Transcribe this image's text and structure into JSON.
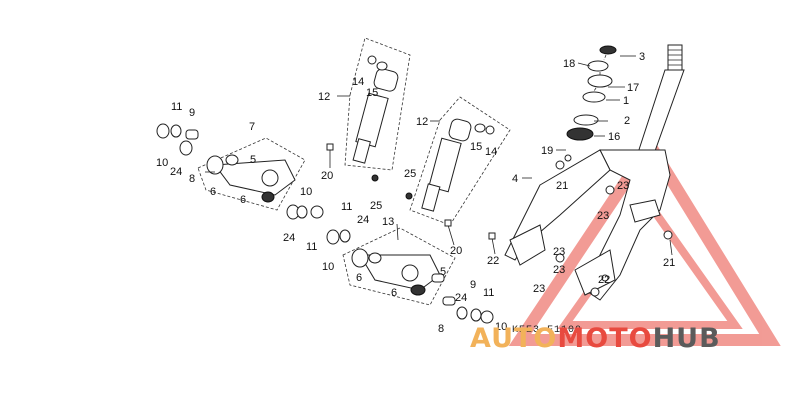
{
  "diagram_code": "KEE3-F1100",
  "watermark": {
    "part1": "AUTO",
    "part2": "MOTO",
    "part3": "HUB",
    "color1": "#f2b25a",
    "color2": "#e84a3f",
    "color3": "#5b5b5b"
  },
  "labels": {
    "l3": "3",
    "l18": "18",
    "l17": "17",
    "l1": "1",
    "l2": "2",
    "l16": "16",
    "l19": "19",
    "l4": "4",
    "l21a": "21",
    "l21b": "21",
    "l23a": "23",
    "l23b": "23",
    "l23c": "23",
    "l23d": "23",
    "l23e": "23",
    "l22a": "22",
    "l22b": "22",
    "l12a": "12",
    "l14a": "14",
    "l15a": "15",
    "l12b": "12",
    "l15b": "15",
    "l14b": "14",
    "l20a": "20",
    "l20b": "20",
    "l25a": "25",
    "l25b": "25",
    "l11a": "11",
    "l9a": "9",
    "l10a": "10",
    "l24a": "24",
    "l8a": "8",
    "l7": "7",
    "l5a": "5",
    "l6a": "6",
    "l6b": "6",
    "l10b": "10",
    "l24b": "24",
    "l11b": "11",
    "l11c": "11",
    "l24c": "24",
    "l13": "13",
    "l10c": "10",
    "l6c": "6",
    "l5b": "5",
    "l6d": "6",
    "l9b": "9",
    "l24d": "24",
    "l11d": "11",
    "l8b": "8",
    "l10d": "10"
  }
}
